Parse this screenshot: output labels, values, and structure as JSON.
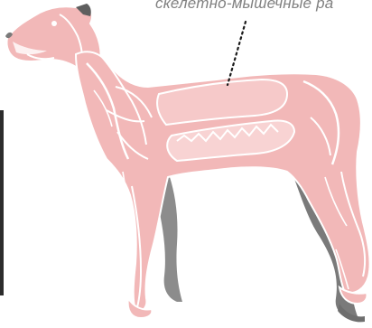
{
  "caption": {
    "text": "скелетно-мышечные ра"
  },
  "colors": {
    "muscle_fill": "#f2b8b8",
    "muscle_light": "#fbe1e1",
    "muscle_line": "#ffffff",
    "shadow_grey": "#8c8c8c",
    "shadow_dark": "#6e6e6e",
    "leader_dots": "#1a1a1a",
    "caption_text": "#808080",
    "edge_bar": "#2c2c2c"
  },
  "figure": {
    "subject": "dog-musculoskeletal-anatomy",
    "leader_line_style": "dotted"
  }
}
